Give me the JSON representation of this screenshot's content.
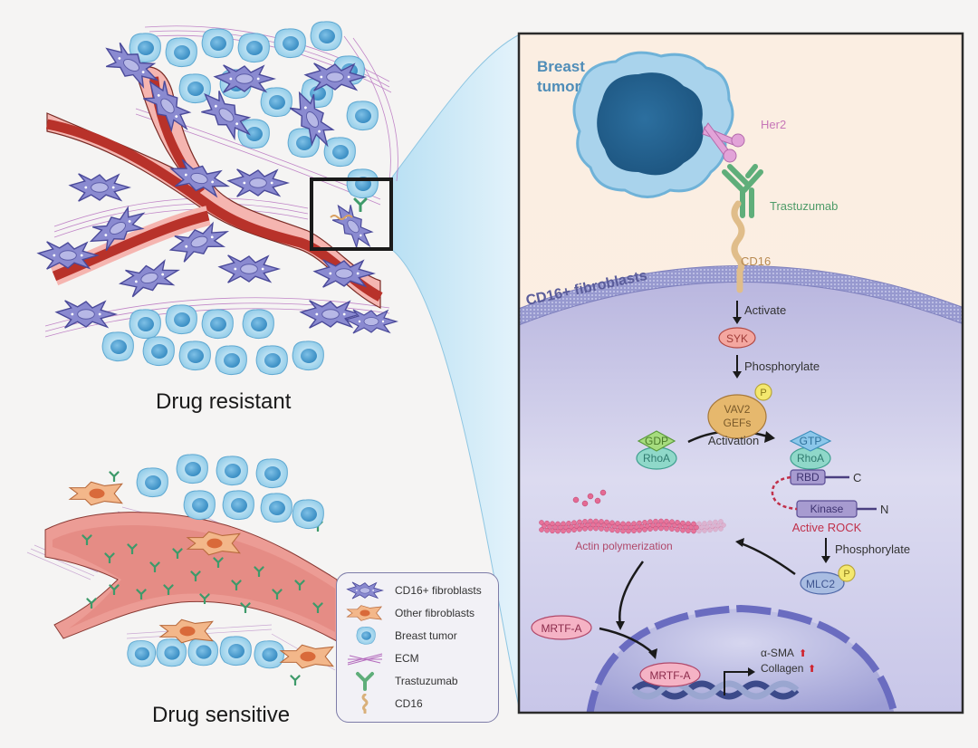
{
  "figure": {
    "left_panel": {
      "top_caption": "Drug resistant",
      "bottom_caption": "Drug sensitive"
    },
    "legend": {
      "items": [
        {
          "icon": "cd16-fibroblast-icon",
          "label": "CD16+ fibroblasts"
        },
        {
          "icon": "other-fibroblast-icon",
          "label": "Other fibroblasts"
        },
        {
          "icon": "breast-tumor-cell-icon",
          "label": "Breast tumor"
        },
        {
          "icon": "ecm-fiber-icon",
          "label": "ECM"
        },
        {
          "icon": "trastuzumab-antibody-icon",
          "label": "Trastuzumab"
        },
        {
          "icon": "cd16-receptor-icon",
          "label": "CD16"
        }
      ]
    },
    "detail_panel": {
      "tumor_label_line1": "Breast",
      "tumor_label_line2": "tumor",
      "her2_label": "Her2",
      "trastuzumab_label": "Trastuzumab",
      "cd16_label": "CD16",
      "membrane_label": "CD16+ fibroblasts",
      "step_activate": "Activate",
      "syk": "SYK",
      "step_phosphorylate_1": "Phosphorylate",
      "vav2_line1": "VAV2",
      "vav2_line2": "GEFs",
      "p_badge": "P",
      "gdp": "GDP",
      "gtp": "GTP",
      "rhoa": "RhoA",
      "activation": "Activation",
      "rbd": "RBD",
      "c_term": "C",
      "kinase": "Kinase",
      "n_term": "N",
      "active_rock": "Active ROCK",
      "step_phosphorylate_2": "Phosphorylate",
      "mlc2": "MLC2",
      "actin": "Actin polymerization",
      "mrtfa": "MRTF-A",
      "asma": "α-SMA",
      "collagen": "Collagen",
      "up_arrow": "⬆"
    },
    "colors": {
      "panel_bg_top": "#fbeee0",
      "cytoplasm": "#c9c6e6",
      "membrane": "#8e8fc8",
      "tumor_blue": "#2f6e9c",
      "her2_pink": "#d48cc8",
      "antibody_green": "#5fae7a",
      "cd16_tan": "#d9b07a",
      "vessel_red": "#b8322a",
      "text_dark": "#333333",
      "rock_red": "#c0304a",
      "cone_blue": "#cde8f5"
    }
  }
}
